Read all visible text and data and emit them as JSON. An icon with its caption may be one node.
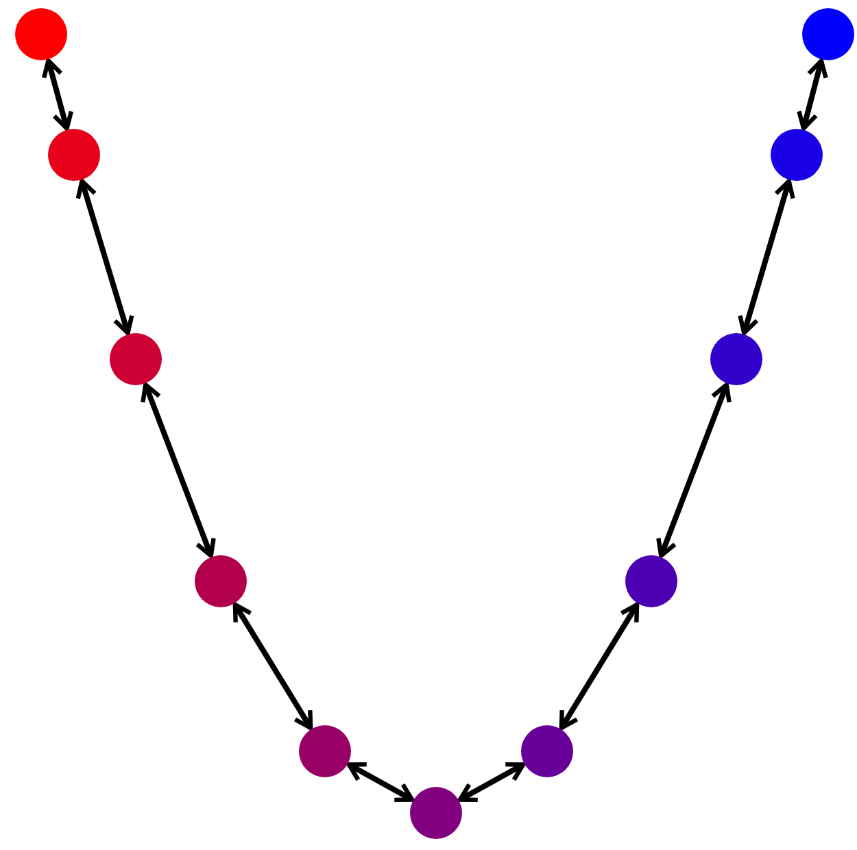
{
  "diagram": {
    "nodes": [
      {
        "text": [],
        "shape": "circle"
      },
      {
        "text": [],
        "shape": "circle"
      },
      {
        "text": [],
        "shape": "circle"
      },
      {
        "text": [],
        "shape": "circle"
      },
      {
        "text": [],
        "shape": "circle"
      },
      {
        "text": [],
        "shape": "circle"
      },
      {
        "text": [],
        "shape": "circle"
      },
      {
        "text": [],
        "shape": "circle"
      },
      {
        "text": [],
        "shape": "circle"
      },
      {
        "text": [],
        "shape": "circle"
      },
      {
        "text": [],
        "shape": "circle"
      }
    ],
    "edges": [
      {
        "from": 0,
        "to": 1,
        "arrow": "both"
      },
      {
        "from": 1,
        "to": 2,
        "arrow": "both"
      },
      {
        "from": 2,
        "to": 3,
        "arrow": "both"
      },
      {
        "from": 3,
        "to": 4,
        "arrow": "both"
      },
      {
        "from": 4,
        "to": 5,
        "arrow": "both"
      },
      {
        "from": 5,
        "to": 6,
        "arrow": "both"
      },
      {
        "from": 6,
        "to": 7,
        "arrow": "both"
      },
      {
        "from": 7,
        "to": 8,
        "arrow": "both"
      },
      {
        "from": 8,
        "to": 9,
        "arrow": "both"
      },
      {
        "from": 9,
        "to": 10,
        "arrow": "both"
      }
    ]
  }
}
